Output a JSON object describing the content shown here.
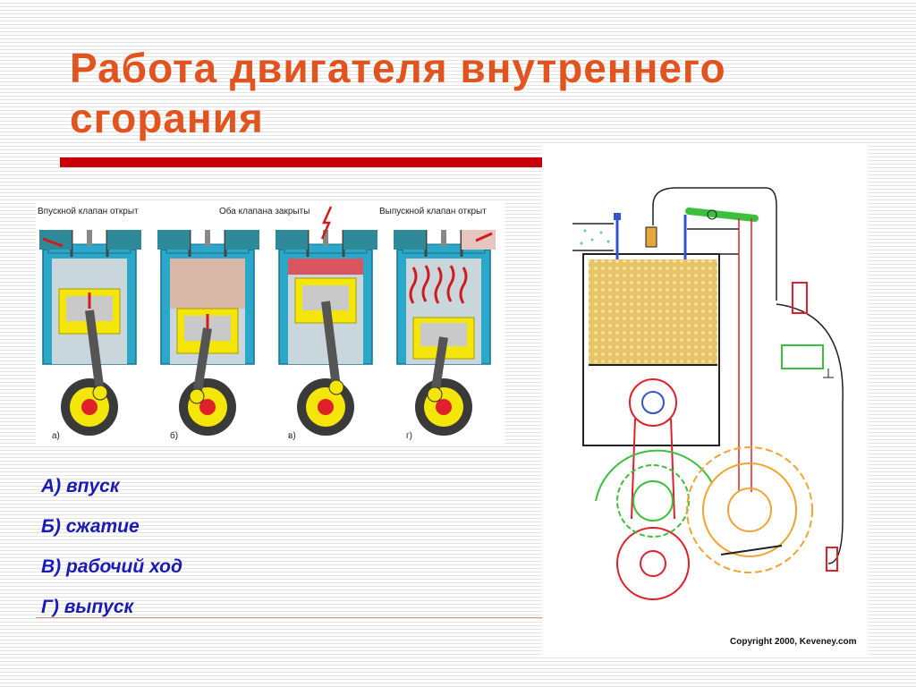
{
  "title": "Работа двигателя внутреннего сгорания",
  "stroke_diagram": {
    "captions": [
      "Впускной клапан открыт",
      "Оба клапана закрыты",
      "Выпускной клапан открыт"
    ],
    "sublabels": [
      "а)",
      "б)",
      "в)",
      "г)"
    ]
  },
  "legend": {
    "items": [
      "А) впуск",
      "Б) сжатие",
      "В) рабочий ход",
      "Г) выпуск"
    ]
  },
  "engine_animation": {
    "copyright": "Copyright 2000, Keveney.com"
  },
  "colors": {
    "title": "#e2541f",
    "title_bar": "#c8000c",
    "legend_text": "#1a1ab4",
    "cylinder_wall": "#2aa7c9",
    "piston": "#f5e60a",
    "flywheel": "#ef4b1b",
    "fuel_mixture": "#e8c468"
  }
}
